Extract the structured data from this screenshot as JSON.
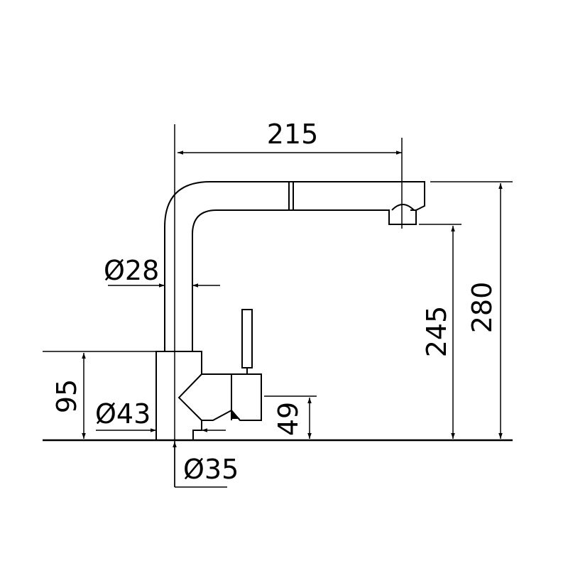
{
  "diagram": {
    "dimensions": {
      "d215": "215",
      "d28": "Ø28",
      "d95": "95",
      "d43": "Ø43",
      "d35": "Ø35",
      "d49": "49",
      "d245": "245",
      "d280": "280"
    }
  }
}
